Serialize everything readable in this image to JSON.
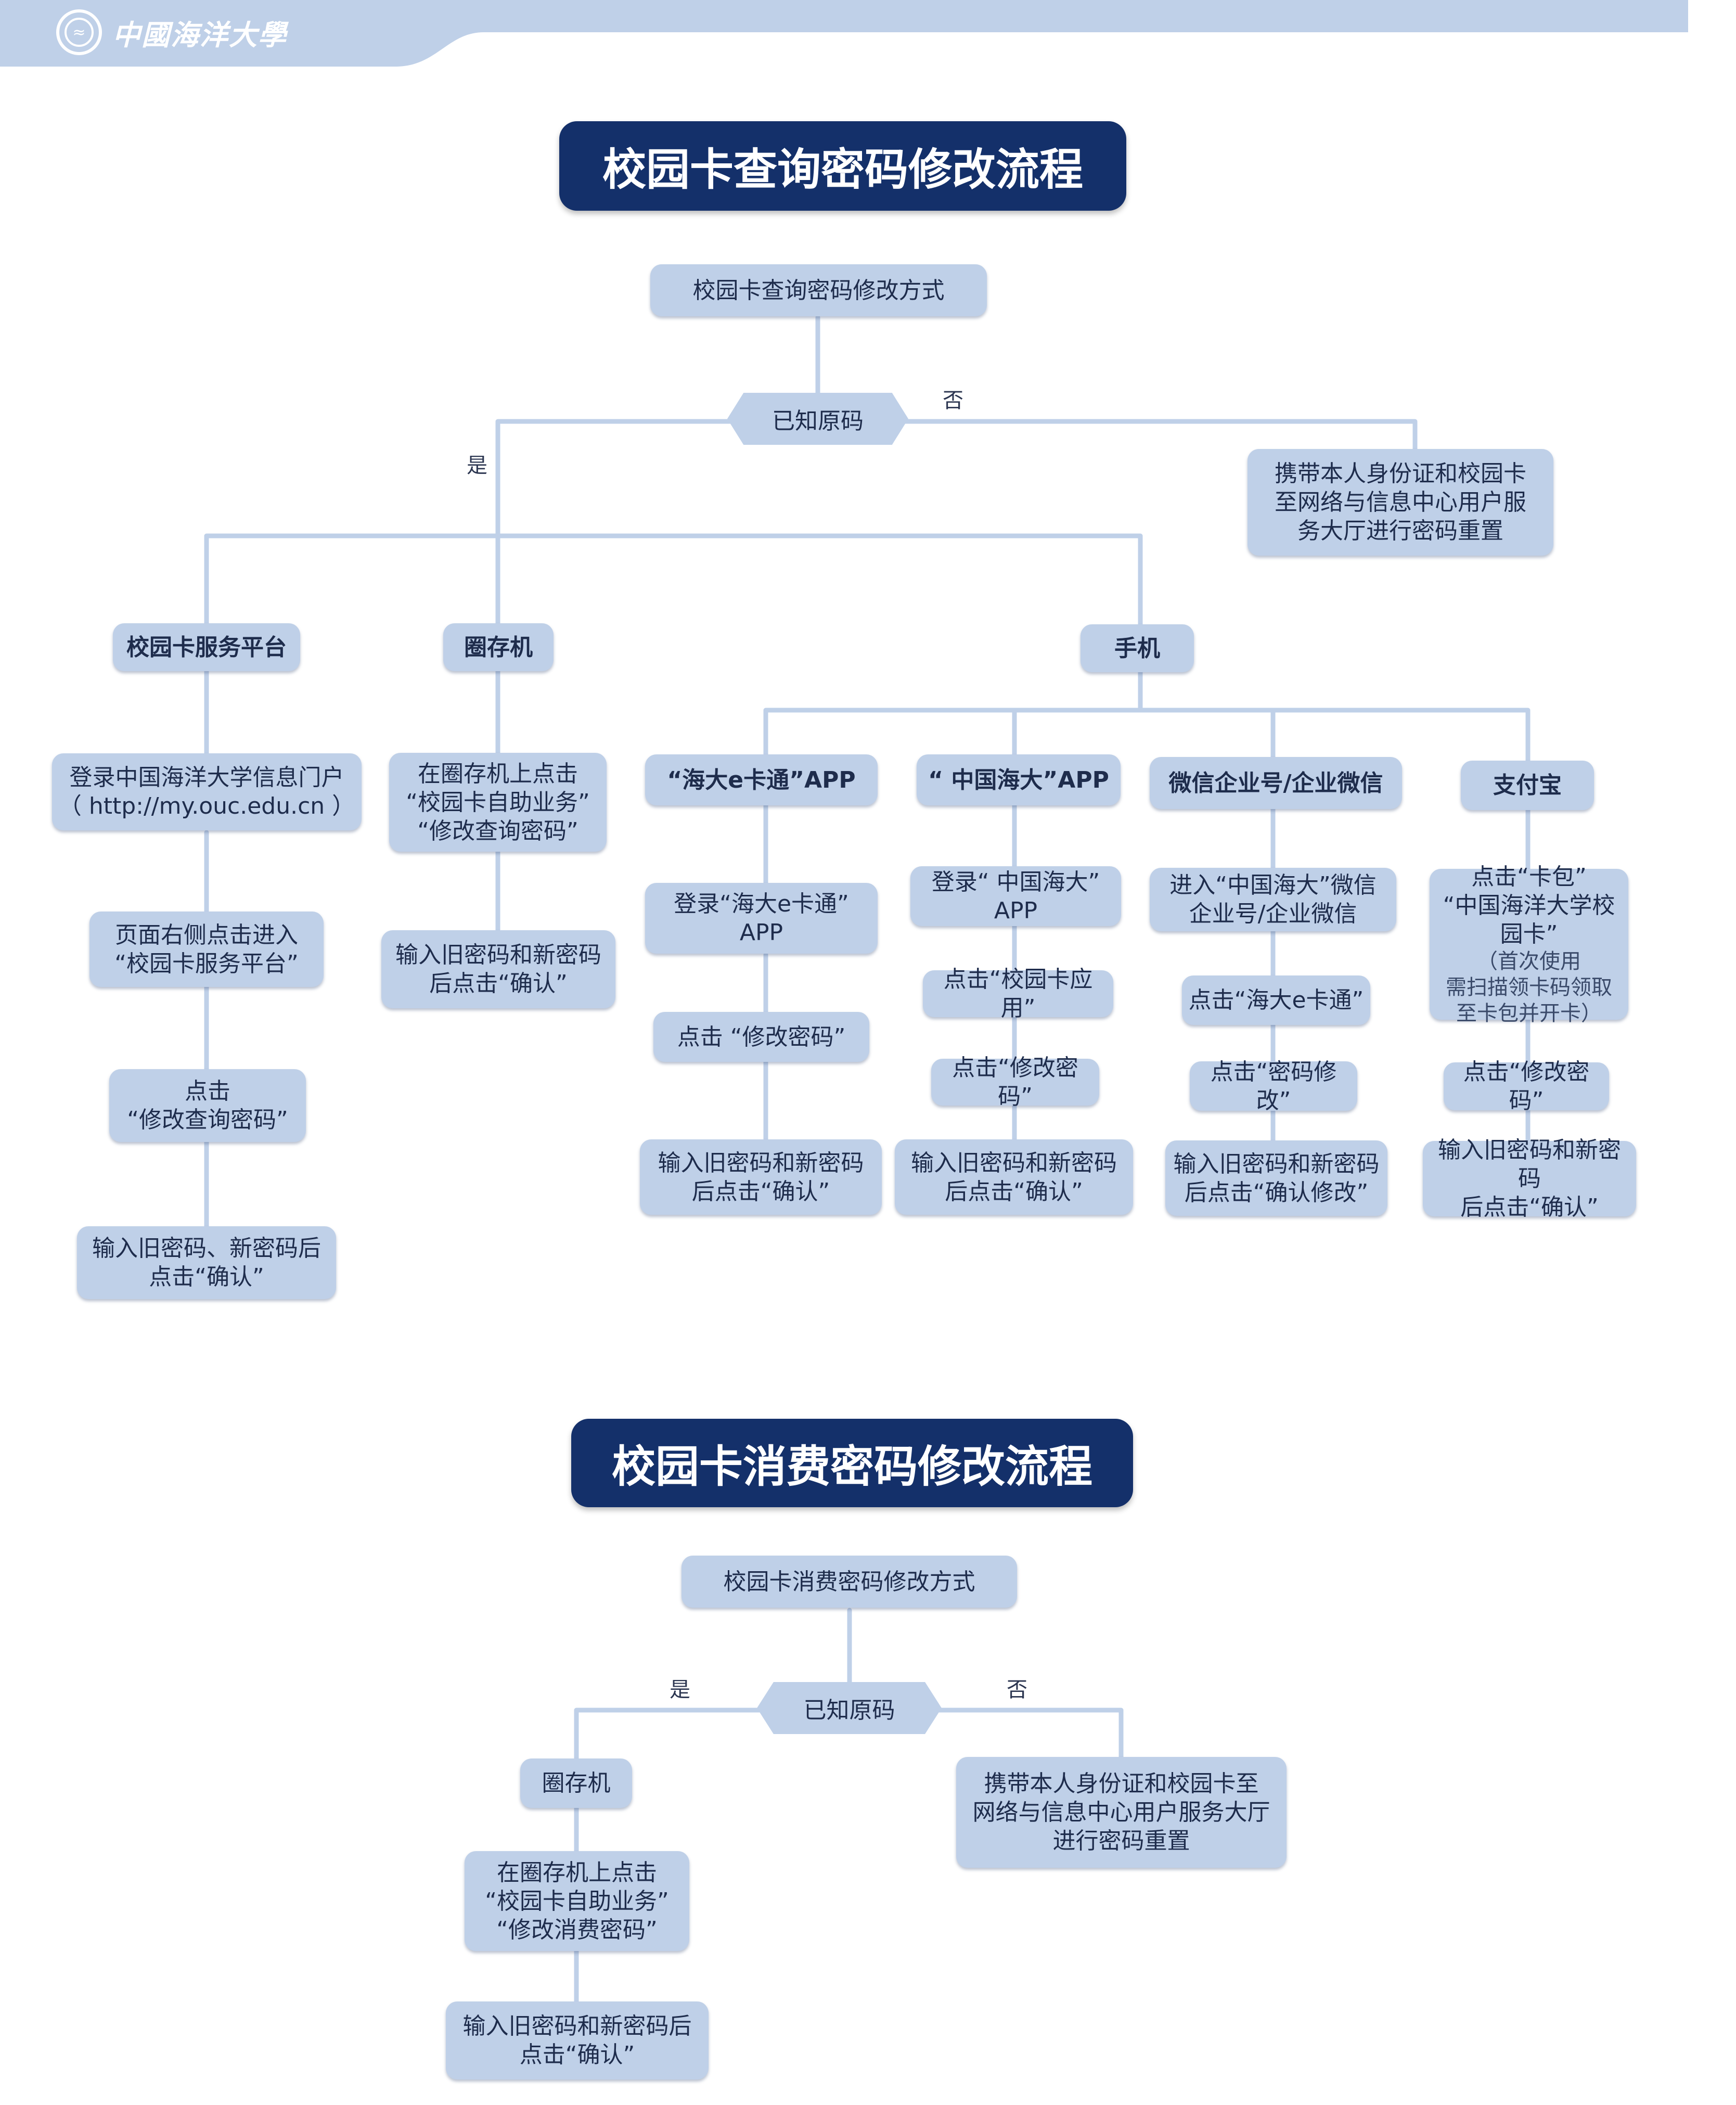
{
  "header": {
    "logo_text": "中國海洋大學",
    "banner_color": "#bfd0e8"
  },
  "section1": {
    "title": "校园卡查询密码修改流程",
    "root": "校园卡查询密码修改方式",
    "decision": "已知原码",
    "yes": "是",
    "no": "否",
    "no_branch": "携带本人身份证和校园卡\n至网络与信息中心用户服\n务大厅进行密码重置",
    "platform": {
      "label": "校园卡服务平台",
      "steps": [
        "登录中国海洋大学信息门户\n（ http://my.ouc.edu.cn ）",
        "页面右侧点击进入\n“校园卡服务平台”",
        "点击\n“修改查询密码”",
        "输入旧密码、新密码后\n点击“确认”"
      ]
    },
    "kiosk": {
      "label": "圈存机",
      "steps": [
        "在圈存机上点击\n“校园卡自助业务”\n“修改查询密码”",
        "输入旧密码和新密码\n后点击“确认”"
      ]
    },
    "mobile": {
      "label": "手机",
      "apps": [
        {
          "label": "“海大e卡通”APP",
          "steps": [
            "登录“海大e卡通”\nAPP",
            "点击 “修改密码”",
            "输入旧密码和新密码\n后点击“确认”"
          ]
        },
        {
          "label": "“ 中国海大”APP",
          "steps": [
            "登录“ 中国海大”\nAPP",
            "点击“校园卡应用”",
            "点击“修改密码”",
            "输入旧密码和新密码\n后点击“确认”"
          ]
        },
        {
          "label": "微信企业号/企业微信",
          "steps": [
            "进入“中国海大”微信\n企业号/企业微信",
            "点击“海大e卡通”",
            "点击“密码修改”",
            "输入旧密码和新密码\n后点击“确认修改”"
          ]
        },
        {
          "label": "支付宝",
          "steps": [
            "点击“卡包”\n“中国海洋大学校\n园卡”",
            "（首次使用\n需扫描领卡码领取\n至卡包并开卡）",
            "点击“修改密码”",
            "输入旧密码和新密码\n后点击“确认”"
          ]
        }
      ]
    }
  },
  "section2": {
    "title": "校园卡消费密码修改流程",
    "root": "校园卡消费密码修改方式",
    "decision": "已知原码",
    "yes": "是",
    "no": "否",
    "kiosk_label": "圈存机",
    "kiosk_steps": [
      "在圈存机上点击\n“校园卡自助业务”\n“修改消费密码”",
      "输入旧密码和新密码后\n点击“确认”"
    ],
    "no_branch": "携带本人身份证和校园卡至\n网络与信息中心用户服务大厅\n进行密码重置"
  }
}
